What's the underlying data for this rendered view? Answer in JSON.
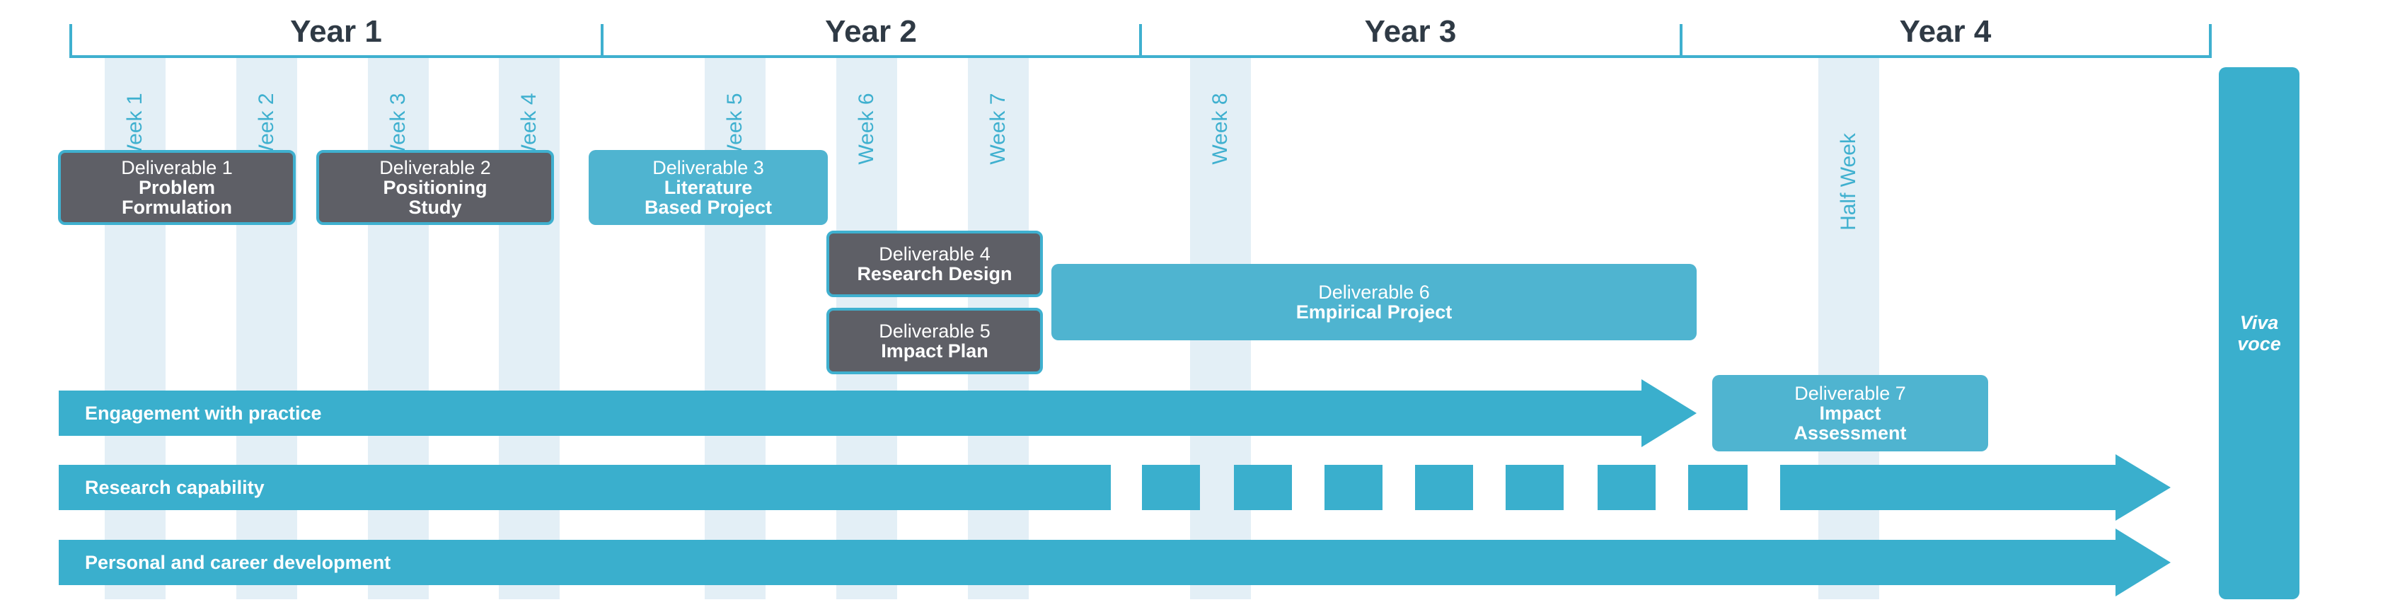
{
  "years": [
    "Year 1",
    "Year 2",
    "Year 3",
    "Year 4"
  ],
  "weeks": [
    "Week 1",
    "Week 2",
    "Week 3",
    "Week 4",
    "Week 5",
    "Week 6",
    "Week 7",
    "Week 8",
    "Half Week"
  ],
  "deliverables": [
    {
      "line1": "Deliverable 1",
      "line2": "Problem",
      "line3": "Formulation"
    },
    {
      "line1": "Deliverable 2",
      "line2": "Positioning",
      "line3": "Study"
    },
    {
      "line1": "Deliverable 3",
      "line2": "Literature",
      "line3": "Based Project"
    },
    {
      "line1": "Deliverable 4",
      "line2": "Research Design"
    },
    {
      "line1": "Deliverable 5",
      "line2": "Impact Plan"
    },
    {
      "line1": "Deliverable 6",
      "line2": "Empirical Project"
    },
    {
      "line1": "Deliverable 7",
      "line2": "Impact",
      "line3": "Assessment"
    }
  ],
  "streams": [
    "Engagement with practice",
    "Research capability",
    "Personal and career development"
  ],
  "viva": {
    "line1": "Viva",
    "line2": "voce"
  },
  "colors": {
    "accent": "#3aafcd",
    "dark_box": "#5e5f66",
    "light_box": "#4fb4d0",
    "week_band": "#e3eff6",
    "year_text": "#2f3a45"
  }
}
